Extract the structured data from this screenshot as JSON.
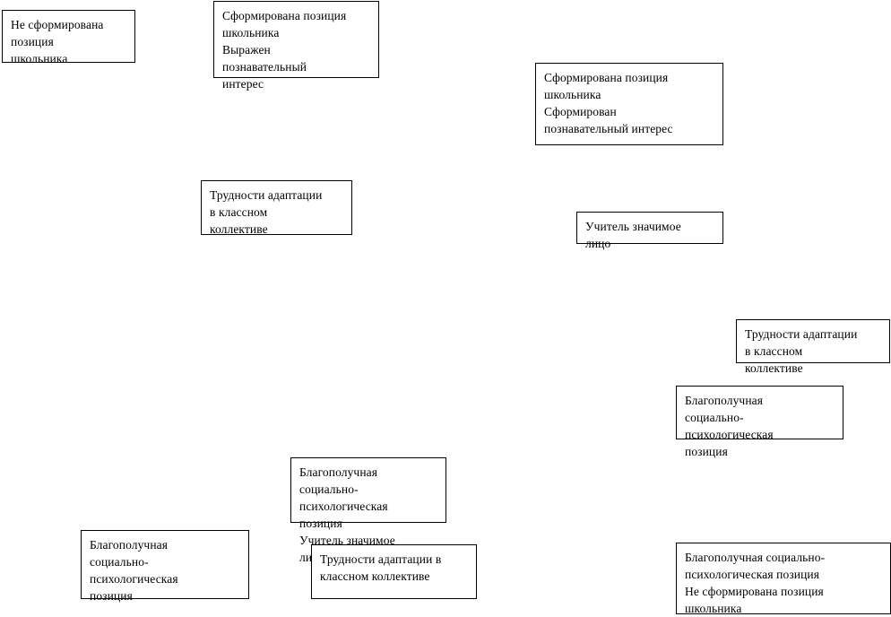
{
  "diagram": {
    "nodes": [
      {
        "id": "n1",
        "text": "Не сформирована\nпозиция\nшкольника"
      },
      {
        "id": "n2",
        "text": "Сформирована позиция\nшкольника\nВыражен\nпознавательный\nинтерес"
      },
      {
        "id": "n3",
        "text": "Сформирована позиция\nшкольника\nСформирован\nпознавательный интерес"
      },
      {
        "id": "n4",
        "text": "Трудности адаптации\nв классном\nколлективе"
      },
      {
        "id": "n5",
        "text": "Учитель значимое\nлицо"
      },
      {
        "id": "n6",
        "text": "Трудности адаптации\nв классном\nколлективе"
      },
      {
        "id": "n7",
        "text": "Благополучная\nсоциально-\nпсихологическая\nпозиция"
      },
      {
        "id": "n8",
        "text": "Благополучная\nсоциально-\nпсихологическая\nпозиция\nУчитель значимое\nлицо"
      },
      {
        "id": "n9",
        "text": "Благополучная\nсоциально-\nпсихологическая\nпозиция"
      },
      {
        "id": "n10",
        "text": "Трудности адаптации в\nклассном коллективе"
      },
      {
        "id": "n11",
        "text": "Благополучная социально-\nпсихологическая позиция\nНе сформирована позиция\nшкольника"
      }
    ]
  }
}
